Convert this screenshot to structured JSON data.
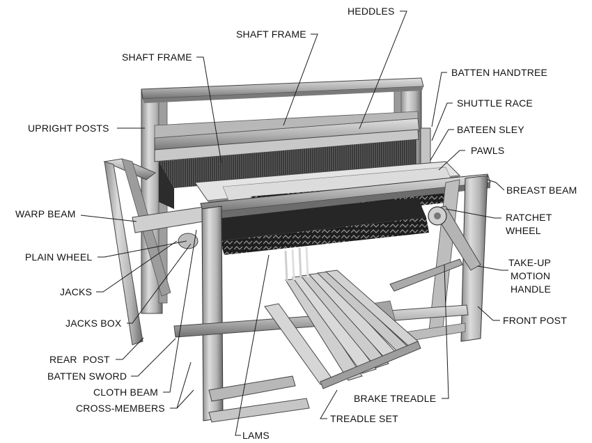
{
  "diagram": {
    "labels": {
      "heddles": "HEDDLES",
      "shaft_frame_upper": "SHAFT FRAME",
      "shaft_frame_lower": "SHAFT FRAME",
      "batten_handtree": "BATTEN HANDTREE",
      "shuttle_race": "SHUTTLE RACE",
      "bateen_sley": "BATEEN SLEY",
      "pawls": "PAWLS",
      "upright_posts": "UPRIGHT POSTS",
      "breast_beam": "BREAST BEAM",
      "warp_beam": "WARP BEAM",
      "ratchet_wheel_1": "RATCHET",
      "ratchet_wheel_2": "WHEEL",
      "plain_wheel": "PLAIN WHEEL",
      "takeup_1": "TAKE-UP",
      "takeup_2": "MOTION",
      "takeup_3": "HANDLE",
      "jacks": "JACKS",
      "jacks_box": "JACKS BOX",
      "front_post": "FRONT POST",
      "rear_post": "REAR  POST",
      "batten_sword": "BATTEN SWORD",
      "cloth_beam": "CLOTH BEAM",
      "cross_members": "CROSS-MEMBERS",
      "brake_treadle": "BRAKE TREADLE",
      "treadle_set": "TREADLE SET",
      "lams": "LAMS"
    },
    "colors": {
      "background": "#ffffff",
      "label_text": "#111111",
      "leader_line": "#1a1a1a",
      "wood_light": "#d2d2d2",
      "wood_mid": "#a8a8a8",
      "wood_dark": "#5a5a5a",
      "fabric_dark": "#1c1c1c"
    }
  }
}
